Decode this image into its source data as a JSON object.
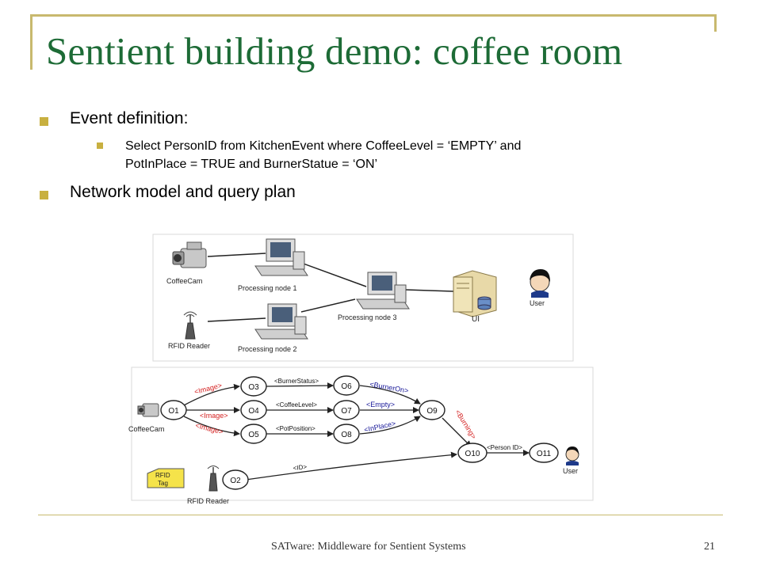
{
  "slide": {
    "title": "Sentient building demo: coffee room",
    "bullets": {
      "event_definition": "Event definition:",
      "query_line1": "Select PersonID from KitchenEvent where CoffeeLevel = ‘EMPTY’ and",
      "query_line2": "PotInPlace = TRUE and BurnerStatue = ‘ON’",
      "network_model": "Network model and query plan"
    },
    "footer": {
      "text": "SATware: Middleware for Sentient Systems",
      "page_number": "21"
    }
  },
  "network_diagram": {
    "labels": {
      "coffeecam": "CoffeeCam",
      "processing_node_1": "Processing node 1",
      "processing_node_2": "Processing node 2",
      "processing_node_3": "Processing node 3",
      "rfid_reader": "RFID Reader",
      "ui": "UI",
      "user": "User"
    }
  },
  "query_plan": {
    "nodes": {
      "o1": "O1",
      "o2": "O2",
      "o3": "O3",
      "o4": "O4",
      "o5": "O5",
      "o6": "O6",
      "o7": "O7",
      "o8": "O8",
      "o9": "O9",
      "o10": "O10",
      "o11": "O11"
    },
    "edge_labels": {
      "image_top": "<Image>",
      "image_mid": "<Image>",
      "image_bottom": "<Image>",
      "burner_status": "<BurnerStatus>",
      "coffee_level": "<CoffeeLevel>",
      "pot_position": "<PotPosition>",
      "burner_on": "<BurnerOn>",
      "empty": "<Empty>",
      "in_place": "<InPlace>",
      "burning": "<Burning>",
      "person_id": "<Person ID>",
      "id": "<ID>"
    },
    "source_labels": {
      "coffeecam": "CoffeeCam",
      "rfid_reader": "RFID Reader",
      "rfid_tag_line1": "RFID",
      "rfid_tag_line2": "Tag",
      "user": "User"
    },
    "colors": {
      "image_label": "#d42020",
      "output_label": "#1a1a9a",
      "edge": "#222222"
    }
  }
}
